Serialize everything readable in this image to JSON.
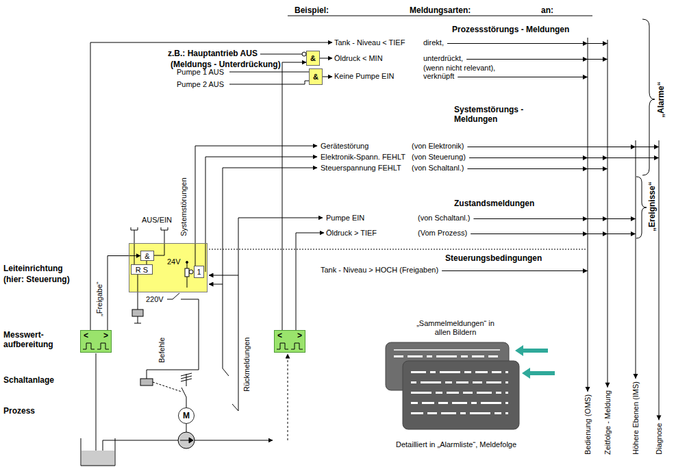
{
  "diagram": {
    "nodes": [
      {
        "text": [
          "&"
        ]
      },
      {
        "text": [
          "&"
        ]
      },
      {
        "text": [
          "24V"
        ]
      },
      {
        "text": [
          "&"
        ],
        "in": 2
      },
      {
        "text": [
          "R S"
        ],
        "in": 2
      },
      {
        "text": [
          "1"
        ],
        "in": 2
      },
      {
        "text": [
          "<",
          ">"
        ]
      },
      {
        "text": [
          "<",
          ">"
        ]
      },
      {
        "text": [
          "M"
        ]
      }
    ],
    "edges": [
      {
        "from": 6,
        "to": 3,
        "arrow": "to"
      },
      {
        "from": 3,
        "to": 4,
        "arrow": "none"
      },
      {
        "from": 7,
        "to": 0,
        "arrow": "to"
      }
    ],
    "labels": [
      "Beispiel:",
      "Meldungsarten:",
      "an:",
      "Prozessstörungs - Meldungen",
      "Tank - Niveau < TIEF",
      "direkt,",
      "z.B.: Hauptantrieb AUS",
      "(Meldungs - Unterdrückung)",
      "Öldruck < MIN",
      "unterdrückt,",
      "(wenn nicht relevant),",
      "Pumpe 1 AUS",
      "Pumpe 2 AUS",
      "Keine Pumpe EIN",
      "verknüpft",
      "Systemstörungs - Meldungen",
      "Gerätestörung",
      "(von Elektronik)",
      "Elektronik-Spann. FEHLT",
      "(von Steuerung)",
      "Steuerspannung FEHLT",
      "(von Schaltanl.)",
      "Systemstörungen",
      "AUS/EIN",
      "„Freigabe“",
      "Zustandsmeldungen",
      "Pumpe EIN",
      "(von Schaltanl.)",
      "Öldruck > TIEF",
      "(Vom Prozess)",
      "Steuerungsbedingungen",
      "Tank - Niveau > HOCH (Freigaben)",
      "„Alarme“",
      "„Ereignisse“",
      "Rückmeldungen",
      "Leiteinrichtung",
      "(hier: Steuerung)",
      "Messwert- aufbereitung",
      "Schaltanlage",
      "Prozess",
      "220V",
      "Befehle",
      "„Sammelmeldungen“ in allen Bildern",
      "Detailliert in „Alarmliste“, Meldefolge",
      "Bedienung (OMS)",
      "Zeitfolge - Meldung",
      "Höhere Ebenen (IMS)",
      "Diagnose"
    ]
  }
}
